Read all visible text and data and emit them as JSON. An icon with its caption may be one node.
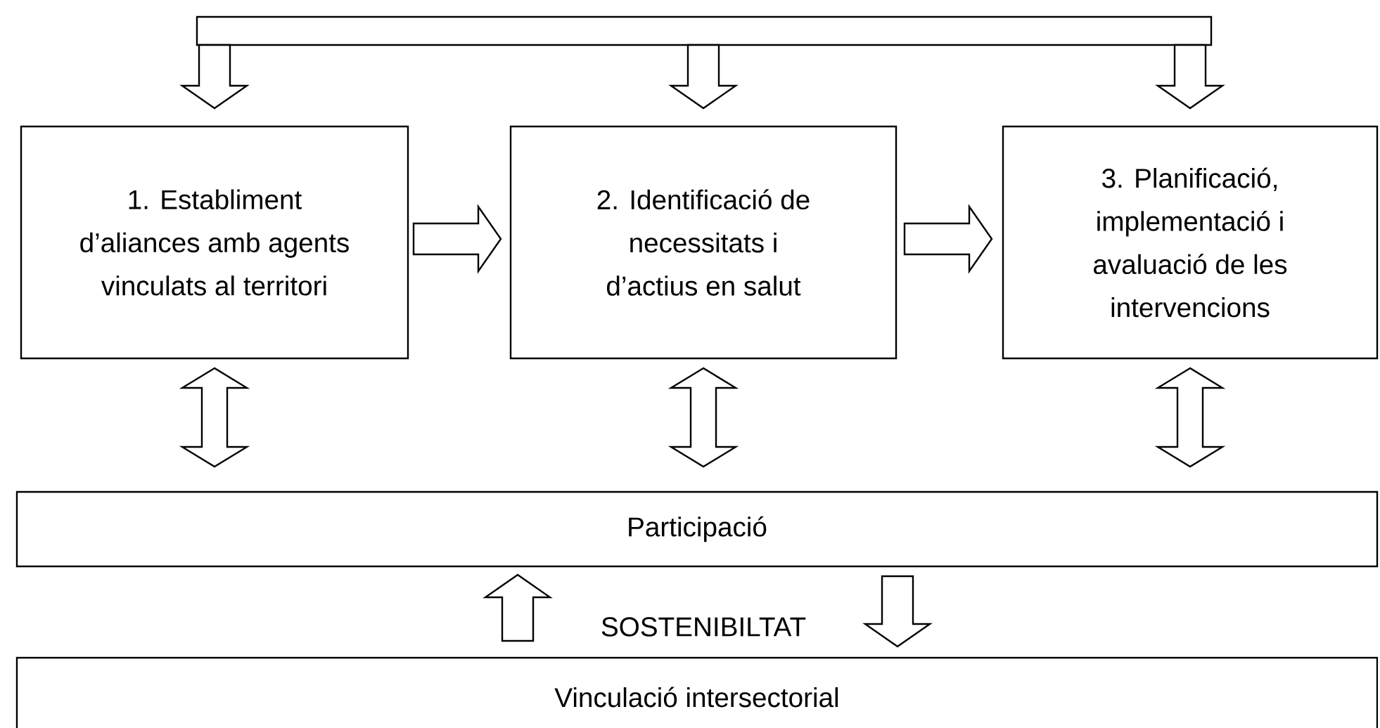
{
  "diagram": {
    "nodes": [
      {
        "text": [],
        "shape": "bar"
      },
      {
        "text": [
          "1. Establiment d’aliances amb agents vinculats al territori"
        ]
      },
      {
        "text": [
          "2. Identificació de necessitats i d’actius en salut"
        ]
      },
      {
        "text": [
          "3. Planificació, implementació i avaluació de les intervencions"
        ]
      },
      {
        "text": [
          "Participació"
        ]
      },
      {
        "text": [
          "Vinculació intersectorial"
        ]
      }
    ],
    "edges": [
      {
        "from": 0,
        "to": 1,
        "arrow": "to"
      },
      {
        "from": 0,
        "to": 2,
        "arrow": "to"
      },
      {
        "from": 0,
        "to": 3,
        "arrow": "to"
      },
      {
        "from": 1,
        "to": 2,
        "arrow": "to"
      },
      {
        "from": 2,
        "to": 3,
        "arrow": "to"
      },
      {
        "from": 1,
        "to": 4,
        "arrow": "both"
      },
      {
        "from": 2,
        "to": 4,
        "arrow": "both"
      },
      {
        "from": 3,
        "to": 4,
        "arrow": "both"
      },
      {
        "from": 5,
        "to": 4,
        "arrow": "to"
      },
      {
        "from": 4,
        "to": 5,
        "arrow": "to"
      }
    ],
    "labels": [
      "SOSTENIBILTAT"
    ]
  }
}
